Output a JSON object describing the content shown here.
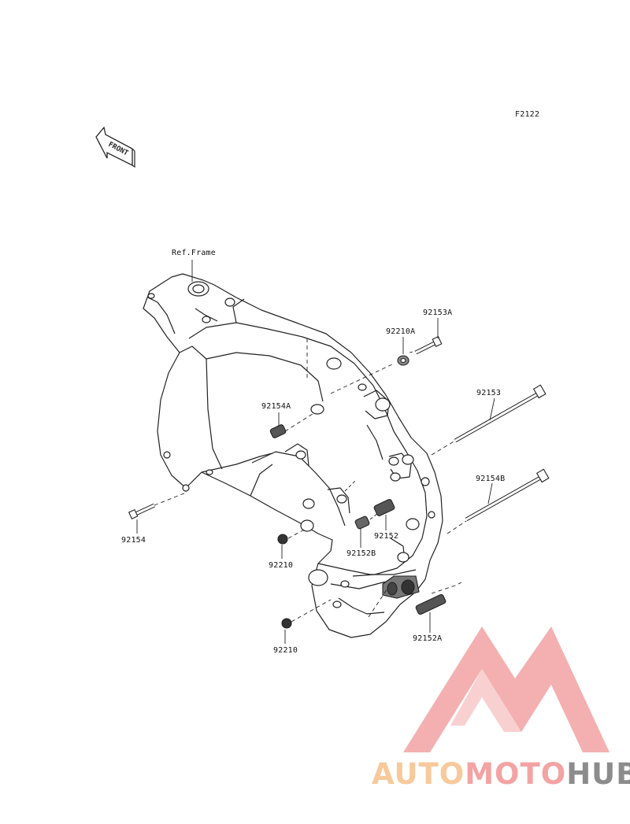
{
  "figure_code": "F2122",
  "front_arrow": {
    "text": "FRONT"
  },
  "ref_frame": "Ref.Frame",
  "parts": {
    "p92153A": "92153A",
    "p92210A": "92210A",
    "p92153": "92153",
    "p92154A": "92154A",
    "p92154B": "92154B",
    "p92154": "92154",
    "p92152": "92152",
    "p92152B": "92152B",
    "p92210_left": "92210",
    "p92152A": "92152A",
    "p92210_bottom": "92210"
  },
  "watermark": {
    "word_1": "AUTO",
    "word_2": "MOTO",
    "word_3": "HUB",
    "color_1": "#f7c99b",
    "color_2": "#f3a3a3",
    "color_3": "#8c8c8c"
  }
}
